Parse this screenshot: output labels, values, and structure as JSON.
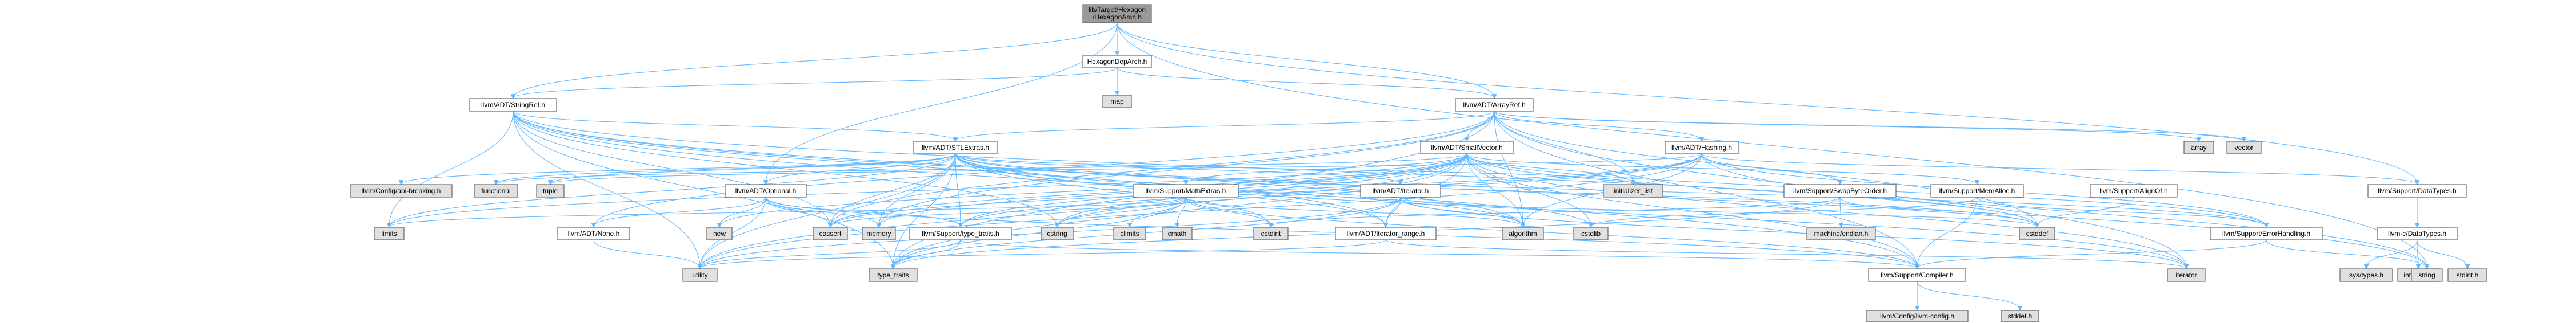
{
  "diagram": {
    "kind": "include-dependency-graph",
    "colors": {
      "root_fill": "#999999",
      "node_fill": "#ffffff",
      "external_fill": "#e0e0e0",
      "node_border": "#666666",
      "edge": "#63b8ff"
    },
    "nodes": [
      {
        "id": "root",
        "label": "lib/Target/Hexagon/HexagonArch.h",
        "style": "root"
      },
      {
        "id": "hexdeparch",
        "label": "HexagonDepArch.h",
        "style": "local"
      },
      {
        "id": "map",
        "label": "map",
        "style": "external"
      },
      {
        "id": "stringref",
        "label": "llvm/ADT/StringRef.h",
        "style": "local"
      },
      {
        "id": "arrayref",
        "label": "llvm/ADT/ArrayRef.h",
        "style": "local"
      },
      {
        "id": "stlextras",
        "label": "llvm/ADT/STLExtras.h",
        "style": "local"
      },
      {
        "id": "smallvector",
        "label": "llvm/ADT/SmallVector.h",
        "style": "local"
      },
      {
        "id": "hashing",
        "label": "llvm/ADT/Hashing.h",
        "style": "local"
      },
      {
        "id": "array",
        "label": "array",
        "style": "external"
      },
      {
        "id": "vector",
        "label": "vector",
        "style": "external"
      },
      {
        "id": "datatypes",
        "label": "llvm/Support/DataTypes.h",
        "style": "local"
      },
      {
        "id": "cdatatypes",
        "label": "llvm-c/DataTypes.h",
        "style": "local"
      },
      {
        "id": "systypes",
        "label": "sys/types.h",
        "style": "external"
      },
      {
        "id": "inttypes",
        "label": "inttypes.h",
        "style": "external"
      },
      {
        "id": "stdinth",
        "label": "stdint.h",
        "style": "external"
      },
      {
        "id": "abibreaking",
        "label": "llvm/Config/abi-breaking.h",
        "style": "external"
      },
      {
        "id": "functional",
        "label": "functional",
        "style": "external"
      },
      {
        "id": "tuple",
        "label": "tuple",
        "style": "external"
      },
      {
        "id": "optional",
        "label": "llvm/ADT/Optional.h",
        "style": "local"
      },
      {
        "id": "none",
        "label": "llvm/ADT/None.h",
        "style": "local"
      },
      {
        "id": "new",
        "label": "new",
        "style": "external"
      },
      {
        "id": "cassert",
        "label": "cassert",
        "style": "external"
      },
      {
        "id": "memory",
        "label": "memory",
        "style": "external"
      },
      {
        "id": "limits",
        "label": "limits",
        "style": "external"
      },
      {
        "id": "utility",
        "label": "utility",
        "style": "external"
      },
      {
        "id": "typetraits",
        "label": "type_traits",
        "style": "external"
      },
      {
        "id": "mathextras",
        "label": "llvm/Support/MathExtras.h",
        "style": "local"
      },
      {
        "id": "supporttypetraits",
        "label": "llvm/Support/type_traits.h",
        "style": "local"
      },
      {
        "id": "climits",
        "label": "climits",
        "style": "external"
      },
      {
        "id": "cmath",
        "label": "cmath",
        "style": "external"
      },
      {
        "id": "cstring",
        "label": "cstring",
        "style": "external"
      },
      {
        "id": "cstdint",
        "label": "cstdint",
        "style": "external"
      },
      {
        "id": "iteratorh",
        "label": "llvm/ADT/iterator.h",
        "style": "local"
      },
      {
        "id": "iteratorrange",
        "label": "llvm/ADT/iterator_range.h",
        "style": "local"
      },
      {
        "id": "initlist",
        "label": "initializer_list",
        "style": "external"
      },
      {
        "id": "algorithm",
        "label": "algorithm",
        "style": "external"
      },
      {
        "id": "cstdlib",
        "label": "cstdlib",
        "style": "external"
      },
      {
        "id": "swapbyteorder",
        "label": "llvm/Support/SwapByteOrder.h",
        "style": "local"
      },
      {
        "id": "endian",
        "label": "machine/endian.h",
        "style": "external"
      },
      {
        "id": "memalloc",
        "label": "llvm/Support/MemAlloc.h",
        "style": "local"
      },
      {
        "id": "alignof",
        "label": "llvm/Support/AlignOf.h",
        "style": "local"
      },
      {
        "id": "cstddef",
        "label": "cstddef",
        "style": "external"
      },
      {
        "id": "errorhandling",
        "label": "llvm/Support/ErrorHandling.h",
        "style": "local"
      },
      {
        "id": "compiler",
        "label": "llvm/Support/Compiler.h",
        "style": "local"
      },
      {
        "id": "llvmconfig",
        "label": "llvm/Config/llvm-config.h",
        "style": "external"
      },
      {
        "id": "stddefh",
        "label": "stddef.h",
        "style": "external"
      },
      {
        "id": "iterator",
        "label": "iterator",
        "style": "external"
      },
      {
        "id": "string",
        "label": "string",
        "style": "external"
      }
    ],
    "edges": [
      [
        "root",
        "hexdeparch"
      ],
      [
        "root",
        "stringref"
      ],
      [
        "root",
        "arrayref"
      ],
      [
        "root",
        "optional"
      ],
      [
        "root",
        "datatypes"
      ],
      [
        "root",
        "string"
      ],
      [
        "hexdeparch",
        "map"
      ],
      [
        "hexdeparch",
        "stringref"
      ],
      [
        "hexdeparch",
        "arrayref"
      ],
      [
        "stringref",
        "stlextras"
      ],
      [
        "stringref",
        "iteratorrange"
      ],
      [
        "stringref",
        "compiler"
      ],
      [
        "stringref",
        "algorithm"
      ],
      [
        "stringref",
        "cassert"
      ],
      [
        "stringref",
        "cstddef"
      ],
      [
        "stringref",
        "cstring"
      ],
      [
        "stringref",
        "limits"
      ],
      [
        "stringref",
        "string"
      ],
      [
        "stringref",
        "typetraits"
      ],
      [
        "stringref",
        "utility"
      ],
      [
        "arrayref",
        "hashing"
      ],
      [
        "arrayref",
        "none"
      ],
      [
        "arrayref",
        "smallvector"
      ],
      [
        "arrayref",
        "stlextras"
      ],
      [
        "arrayref",
        "compiler"
      ],
      [
        "arrayref",
        "algorithm"
      ],
      [
        "arrayref",
        "array"
      ],
      [
        "arrayref",
        "cassert"
      ],
      [
        "arrayref",
        "cstddef"
      ],
      [
        "arrayref",
        "initlist"
      ],
      [
        "arrayref",
        "iterator"
      ],
      [
        "arrayref",
        "memory"
      ],
      [
        "arrayref",
        "typetraits"
      ],
      [
        "arrayref",
        "vector"
      ],
      [
        "stlextras",
        "optional"
      ],
      [
        "stlextras",
        "iteratorh"
      ],
      [
        "stlextras",
        "iteratorrange"
      ],
      [
        "stlextras",
        "errorhandling"
      ],
      [
        "stlextras",
        "supporttypetraits"
      ],
      [
        "stlextras",
        "abibreaking"
      ],
      [
        "stlextras",
        "algorithm"
      ],
      [
        "stlextras",
        "cassert"
      ],
      [
        "stlextras",
        "cstddef"
      ],
      [
        "stlextras",
        "cstdint"
      ],
      [
        "stlextras",
        "cstdlib"
      ],
      [
        "stlextras",
        "functional"
      ],
      [
        "stlextras",
        "initlist"
      ],
      [
        "stlextras",
        "iterator"
      ],
      [
        "stlextras",
        "limits"
      ],
      [
        "stlextras",
        "memory"
      ],
      [
        "stlextras",
        "tuple"
      ],
      [
        "stlextras",
        "typetraits"
      ],
      [
        "stlextras",
        "utility"
      ],
      [
        "smallvector",
        "iteratorrange"
      ],
      [
        "smallvector",
        "compiler"
      ],
      [
        "smallvector",
        "errorhandling"
      ],
      [
        "smallvector",
        "mathextras"
      ],
      [
        "smallvector",
        "memalloc"
      ],
      [
        "smallvector",
        "supporttypetraits"
      ],
      [
        "smallvector",
        "algorithm"
      ],
      [
        "smallvector",
        "cassert"
      ],
      [
        "smallvector",
        "cstddef"
      ],
      [
        "smallvector",
        "cstdlib"
      ],
      [
        "smallvector",
        "cstring"
      ],
      [
        "smallvector",
        "functional"
      ],
      [
        "smallvector",
        "initlist"
      ],
      [
        "smallvector",
        "iterator"
      ],
      [
        "smallvector",
        "limits"
      ],
      [
        "smallvector",
        "memory"
      ],
      [
        "smallvector",
        "new"
      ],
      [
        "smallvector",
        "typetraits"
      ],
      [
        "smallvector",
        "utility"
      ],
      [
        "hashing",
        "datatypes"
      ],
      [
        "hashing",
        "errorhandling"
      ],
      [
        "hashing",
        "swapbyteorder"
      ],
      [
        "hashing",
        "supporttypetraits"
      ],
      [
        "hashing",
        "algorithm"
      ],
      [
        "hashing",
        "cassert"
      ],
      [
        "hashing",
        "cstring"
      ],
      [
        "hashing",
        "string"
      ],
      [
        "hashing",
        "tuple"
      ],
      [
        "hashing",
        "utility"
      ],
      [
        "datatypes",
        "cdatatypes"
      ],
      [
        "cdatatypes",
        "systypes"
      ],
      [
        "cdatatypes",
        "inttypes"
      ],
      [
        "cdatatypes",
        "stdinth"
      ],
      [
        "optional",
        "none"
      ],
      [
        "optional",
        "compiler"
      ],
      [
        "optional",
        "supporttypetraits"
      ],
      [
        "optional",
        "cassert"
      ],
      [
        "optional",
        "memory"
      ],
      [
        "optional",
        "new"
      ],
      [
        "optional",
        "utility"
      ],
      [
        "none",
        "utility"
      ],
      [
        "mathextras",
        "compiler"
      ],
      [
        "mathextras",
        "algorithm"
      ],
      [
        "mathextras",
        "cassert"
      ],
      [
        "mathextras",
        "climits"
      ],
      [
        "mathextras",
        "cmath"
      ],
      [
        "mathextras",
        "cstdint"
      ],
      [
        "mathextras",
        "cstring"
      ],
      [
        "mathextras",
        "limits"
      ],
      [
        "mathextras",
        "typetraits"
      ],
      [
        "supporttypetraits",
        "compiler"
      ],
      [
        "supporttypetraits",
        "typetraits"
      ],
      [
        "supporttypetraits",
        "utility"
      ],
      [
        "iteratorh",
        "iteratorrange"
      ],
      [
        "iteratorh",
        "algorithm"
      ],
      [
        "iteratorh",
        "cstddef"
      ],
      [
        "iteratorh",
        "iterator"
      ],
      [
        "iteratorh",
        "typetraits"
      ],
      [
        "iteratorh",
        "utility"
      ],
      [
        "iteratorrange",
        "iterator"
      ],
      [
        "iteratorrange",
        "utility"
      ],
      [
        "swapbyteorder",
        "cstddef"
      ],
      [
        "swapbyteorder",
        "cstdint"
      ],
      [
        "swapbyteorder",
        "typetraits"
      ],
      [
        "swapbyteorder",
        "endian"
      ],
      [
        "memalloc",
        "compiler"
      ],
      [
        "memalloc",
        "errorhandling"
      ],
      [
        "memalloc",
        "cstdlib"
      ],
      [
        "alignof",
        "cstddef"
      ],
      [
        "errorhandling",
        "compiler"
      ],
      [
        "errorhandling",
        "string"
      ],
      [
        "compiler",
        "llvmconfig"
      ],
      [
        "compiler",
        "stddefh"
      ]
    ]
  }
}
